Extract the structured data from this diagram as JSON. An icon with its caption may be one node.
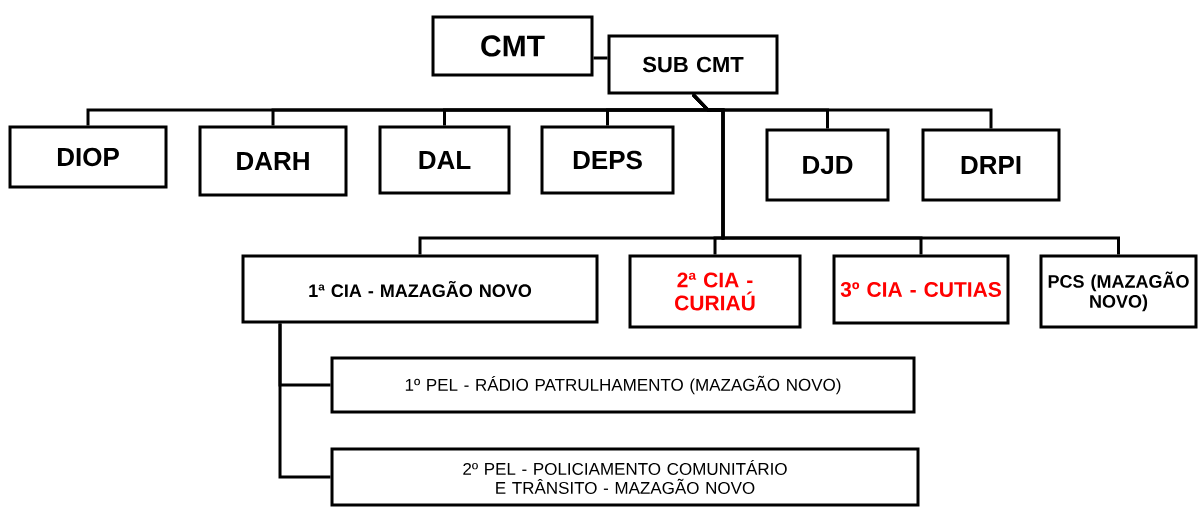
{
  "diagram": {
    "nodes": [
      {
        "text": [
          "CMT"
        ]
      },
      {
        "text": [
          "SUB CMT"
        ]
      },
      {
        "text": [
          "DIOP"
        ]
      },
      {
        "text": [
          "DARH"
        ]
      },
      {
        "text": [
          "DAL"
        ]
      },
      {
        "text": [
          "DEPS"
        ]
      },
      {
        "text": [
          "DJD"
        ]
      },
      {
        "text": [
          "DRPI"
        ]
      },
      {
        "text": [
          "1ª CIA - MAZAGÃO NOVO"
        ]
      },
      {
        "text": [
          "2ª CIA - CURIAÚ"
        ]
      },
      {
        "text": [
          "3º CIA - CUTIAS"
        ]
      },
      {
        "text": [
          "PCS (MAZAGÃO NOVO)"
        ]
      },
      {
        "text": [
          "1º PEL - RÁDIO PATRULHAMENTO (MAZAGÃO NOVO)"
        ]
      },
      {
        "text": [
          "2º PEL - POLICIAMENTO COMUNITÁRIO E TRÂNSITO - MAZAGÃO NOVO"
        ]
      }
    ],
    "edges": [
      {
        "from": 0,
        "to": 1,
        "arrow": "none"
      },
      {
        "from": 1,
        "to": 2,
        "arrow": "none"
      },
      {
        "from": 1,
        "to": 3,
        "arrow": "none"
      },
      {
        "from": 1,
        "to": 4,
        "arrow": "none"
      },
      {
        "from": 1,
        "to": 5,
        "arrow": "none"
      },
      {
        "from": 1,
        "to": 6,
        "arrow": "none"
      },
      {
        "from": 1,
        "to": 7,
        "arrow": "none"
      },
      {
        "from": 1,
        "to": 8,
        "arrow": "none"
      },
      {
        "from": 1,
        "to": 9,
        "arrow": "none"
      },
      {
        "from": 1,
        "to": 10,
        "arrow": "none"
      },
      {
        "from": 1,
        "to": 11,
        "arrow": "none"
      },
      {
        "from": 8,
        "to": 12,
        "arrow": "none"
      },
      {
        "from": 8,
        "to": 13,
        "arrow": "none"
      }
    ]
  }
}
